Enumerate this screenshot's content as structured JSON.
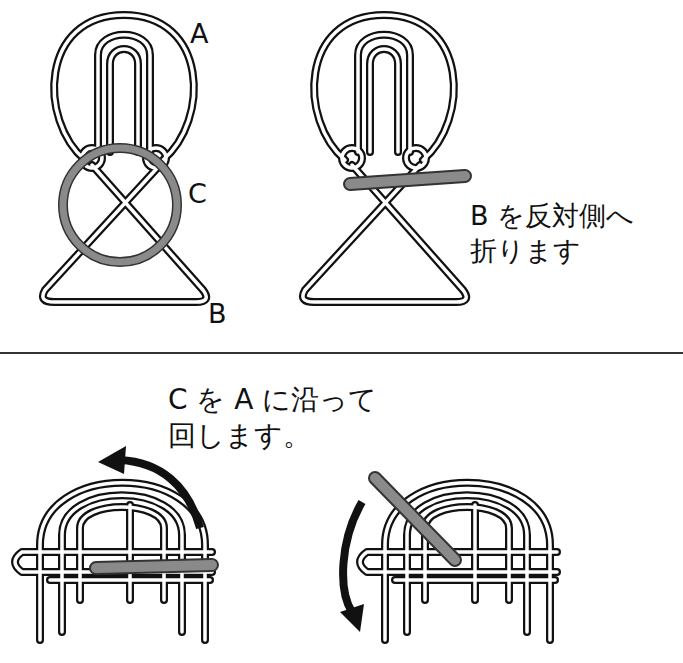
{
  "diagram": {
    "labels": [
      "A",
      "C",
      "B",
      "B を反対側へ 折ります",
      "C を A に沿って 回します。"
    ]
  }
}
